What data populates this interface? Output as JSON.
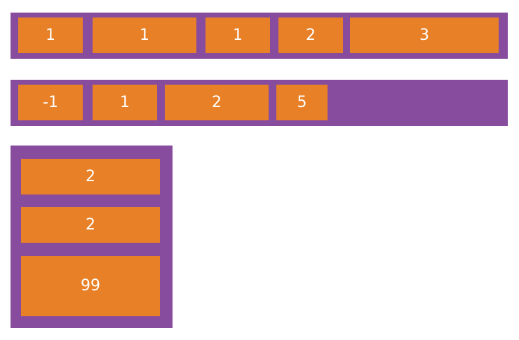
{
  "colors": {
    "container": "#884c9e",
    "item": "#e88027",
    "text": "#ffffff",
    "background": "#ffffff"
  },
  "row1": {
    "items": [
      {
        "label": "1"
      },
      {
        "label": "1"
      },
      {
        "label": "1"
      },
      {
        "label": "2"
      },
      {
        "label": "3"
      }
    ]
  },
  "row2": {
    "items": [
      {
        "label": "-1"
      },
      {
        "label": "1"
      },
      {
        "label": "2"
      },
      {
        "label": "5"
      }
    ]
  },
  "column": {
    "items": [
      {
        "label": "2"
      },
      {
        "label": "2"
      },
      {
        "label": "99"
      }
    ]
  }
}
